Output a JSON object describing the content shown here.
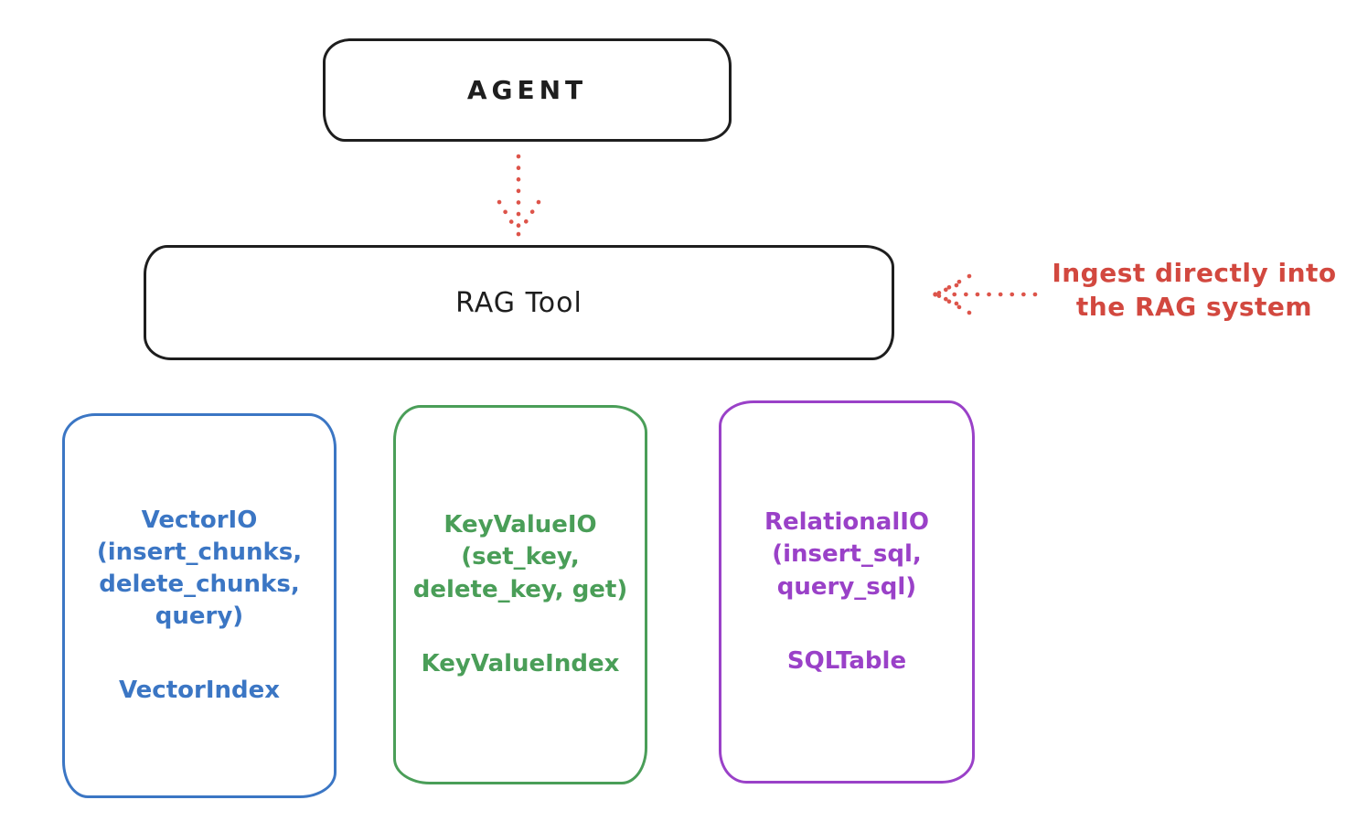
{
  "colors": {
    "ink": "#1e1e1e",
    "red_annotation": "#d2483f",
    "red_arrow": "#dd544a",
    "blue": "#3b76c4",
    "green": "#4a9e58",
    "purple": "#9a41c8",
    "background": "#ffffff"
  },
  "nodes": {
    "agent": {
      "label": "AGENT"
    },
    "rag_tool": {
      "label": "RAG Tool"
    },
    "vector_io": {
      "title": "VectorIO\n(insert_chunks,\ndelete_chunks,\nquery)",
      "subtitle": "VectorIndex"
    },
    "key_value_io": {
      "title": "KeyValueIO\n(set_key,\ndelete_key, get)",
      "subtitle": "KeyValueIndex"
    },
    "relational_io": {
      "title": "RelationalIO\n(insert_sql,\nquery_sql)",
      "subtitle": "SQLTable"
    }
  },
  "annotations": {
    "ingest_note": "Ingest directly into\nthe RAG system"
  },
  "arrows": [
    {
      "name": "agent-to-ragtool",
      "style": "dotted",
      "direction": "down"
    },
    {
      "name": "note-to-ragtool",
      "style": "dotted",
      "direction": "left"
    }
  ]
}
